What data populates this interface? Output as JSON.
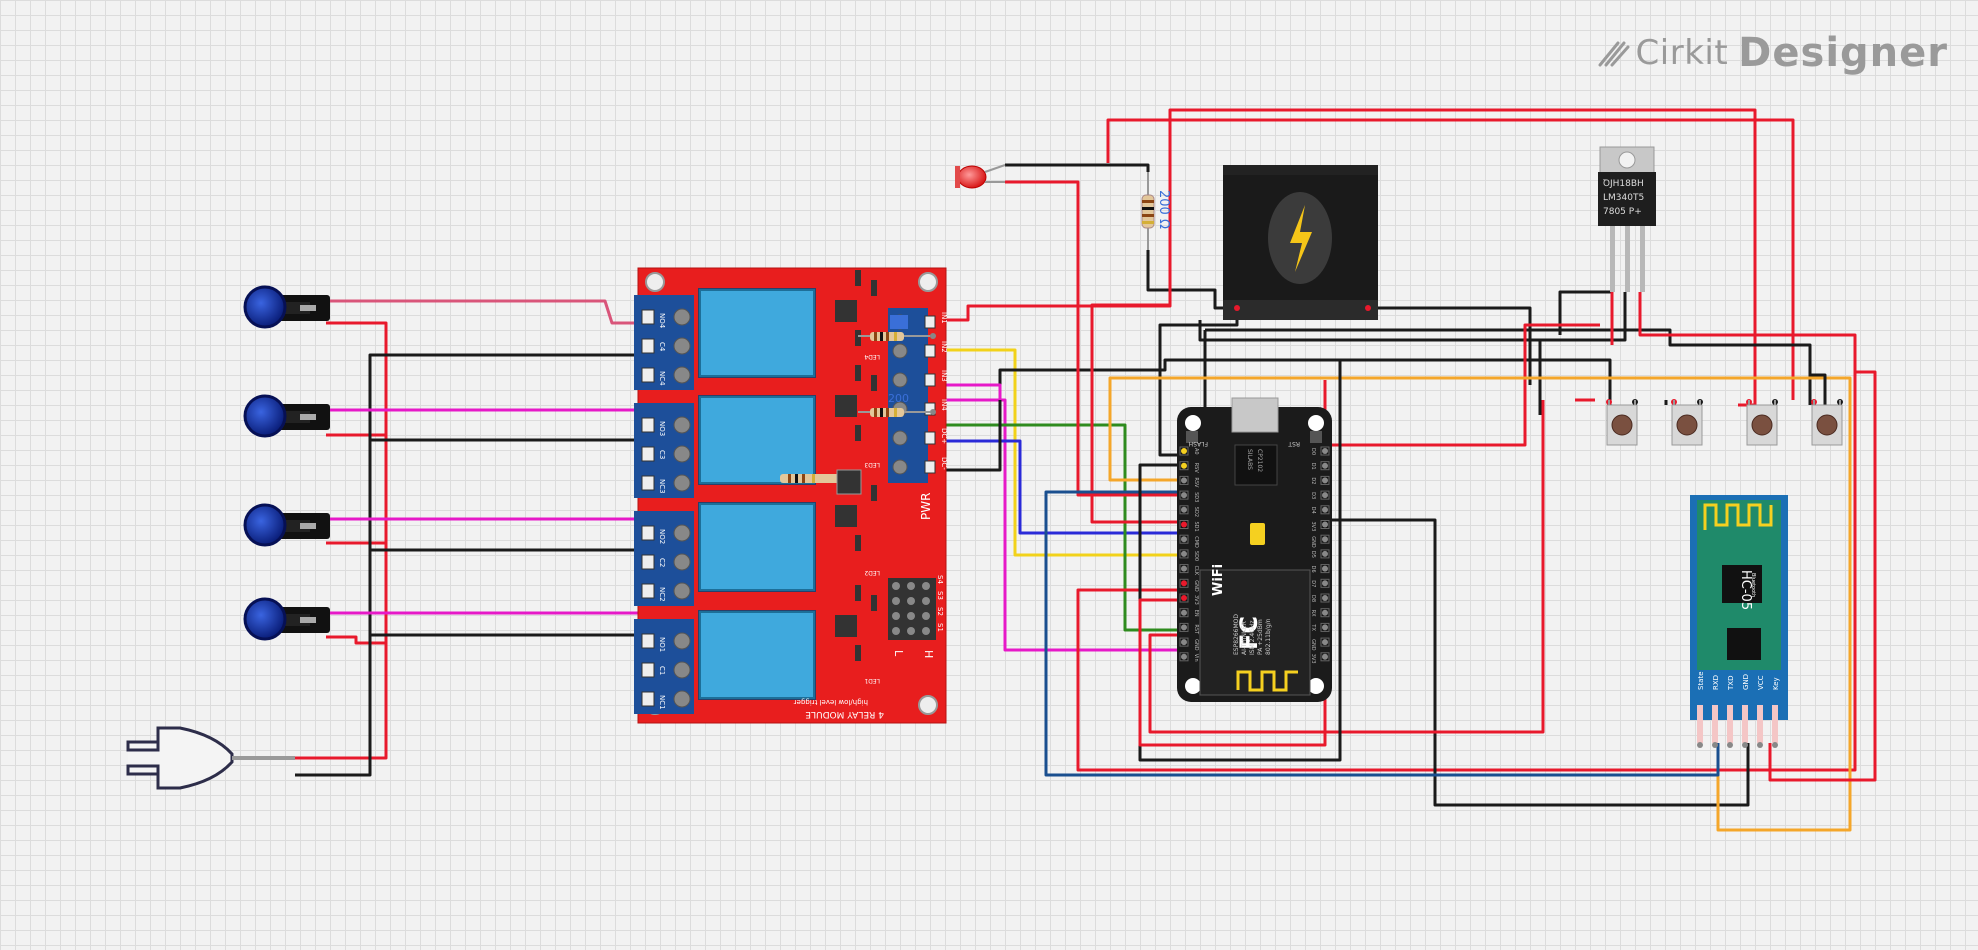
{
  "brand": {
    "prefix": "Cirkit",
    "name": "Designer"
  },
  "relay_module": {
    "title": "4 RELAY MODULE",
    "subtitle": "high/low level trigger",
    "pwr_label": "PWR",
    "jumper_labels": [
      "S4",
      "S3",
      "S2",
      "S1"
    ],
    "level_labels": [
      "L",
      "H"
    ],
    "led_labels": [
      "LED4",
      "LED3",
      "LED2",
      "LED1"
    ],
    "left_terminals": [
      "NO4",
      "C4",
      "NC4",
      "NO3",
      "C3",
      "NC3",
      "NO2",
      "C2",
      "NC2",
      "NO1",
      "C1",
      "NC1"
    ],
    "right_terminals": [
      "IN1",
      "IN2",
      "IN3",
      "IN4",
      "DC+",
      "DC-"
    ]
  },
  "resistors": [
    {
      "label": "200 Ω"
    },
    {
      "label": "200"
    }
  ],
  "regulator": {
    "lines": [
      "ꝹJH18BH",
      "LM340T5",
      "7805 P+"
    ]
  },
  "esp_board": {
    "chip_lines": [
      "SILABS",
      "CP2102"
    ],
    "module_lines": [
      "ESP8266MOD",
      "AI-THINKER",
      "ISM 2.4GHz",
      "PA +25dBm",
      "802.11b/g/n"
    ],
    "wifi_label": "WiFi",
    "fcc_label": "FC",
    "buttons": [
      "FLASH",
      "RST"
    ],
    "left_pins": [
      "A0",
      "RSV",
      "RSV",
      "SD3",
      "SD2",
      "SD1",
      "CMD",
      "SD0",
      "CLK",
      "GND",
      "3V3",
      "EN",
      "RST",
      "GND",
      "Vin"
    ],
    "right_pins": [
      "D0",
      "D1",
      "D2",
      "D3",
      "D4",
      "3V3",
      "GND",
      "D5",
      "D6",
      "D7",
      "D8",
      "RX",
      "TX",
      "GND",
      "3V3"
    ]
  },
  "bluetooth": {
    "title": "HC-05",
    "subtitle": "Bluetooth",
    "pins": [
      "State",
      "RXD",
      "TXD",
      "GND",
      "VCC",
      "Key"
    ]
  },
  "colors": {
    "wire_red": "#e8192c",
    "wire_black": "#1a1a1a",
    "wire_pink": "#e619c8",
    "wire_yellow": "#f2d21a",
    "wire_green": "#2e8b1e",
    "wire_blue": "#2a2ad8",
    "wire_navy": "#1a4f8f",
    "wire_orange": "#f4a62a",
    "wire_rose": "#d9557a",
    "relay_board": "#e81e1e",
    "relay_block": "#3fa9dd",
    "esp_board": "#1b1b1b",
    "hc05_board": "#1b6fb5",
    "hc05_inner": "#1f8a6a"
  }
}
